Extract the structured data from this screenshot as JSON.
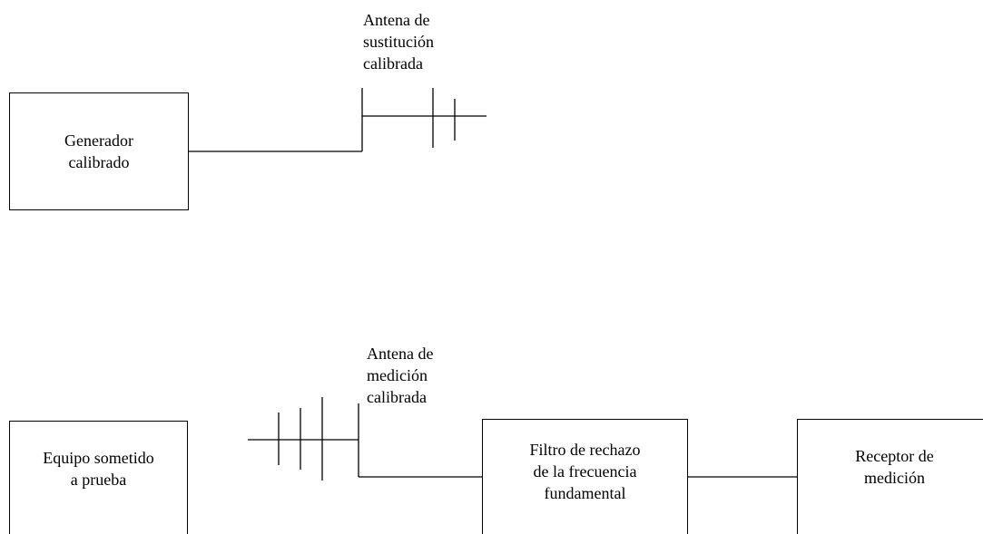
{
  "top_section": {
    "generator_box": {
      "label": "Generador\ncalibrado"
    },
    "substitution_antenna": {
      "label": "Antena de\nsustitución\ncalibrada"
    }
  },
  "bottom_section": {
    "eut_box": {
      "label": "Equipo sometido\na prueba"
    },
    "measurement_antenna": {
      "label": "Antena de\nmedición\ncalibrada"
    },
    "filter_box": {
      "label": "Filtro de rechazo\nde la frecuencia\nfundamental"
    },
    "receiver_box": {
      "label": "Receptor de\nmedición"
    }
  }
}
